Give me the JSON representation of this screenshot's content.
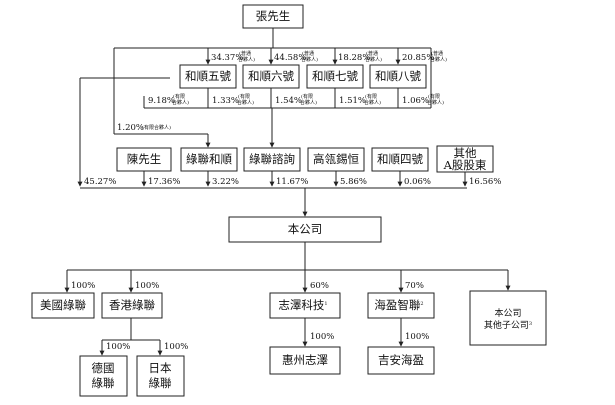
{
  "nodes": {
    "chairman": "張先生",
    "he5": "和順五號",
    "he6": "和順六號",
    "he7": "和順七號",
    "he8": "和順八號",
    "chen": "陳先生",
    "lvlianhe": "綠聯和順",
    "lvlianzixun": "綠聯諮詢",
    "gaozhi": "高瓴錫恒",
    "he4": "和順四號",
    "others_l1": "其他",
    "others_l2": "A股股東",
    "company": "本公司",
    "us": "美國綠聯",
    "hk": "香港綠聯",
    "de_l1": "德國",
    "de_l2": "綠聯",
    "jp_l1": "日本",
    "jp_l2": "綠聯",
    "zhize": "志澤科技",
    "huizhou": "惠州志澤",
    "haiying": "海盈智聯",
    "jian": "吉安海盈",
    "other_subs_l1": "本公司",
    "other_subs_l2": "其他子公司"
  },
  "superscripts": {
    "zhize": "1",
    "haiying": "2",
    "other_subs": "3"
  },
  "percentages": {
    "gp_he5": "34.37%",
    "gp_he6": "44.58%",
    "gp_he7": "18.28%",
    "gp_he8": "20.85%",
    "chair_lvlianzixun": "9.18%",
    "he5_lvlianzixun": "1.33%",
    "he6_lvlianzixun": "1.54%",
    "he7_lvlianzixun": "1.51%",
    "he8_lvlianzixun": "1.06%",
    "chair_lvlianhe": "1.20%",
    "chair_company": "45.27%",
    "chen_company": "17.36%",
    "lvlianhe_company": "3.22%",
    "lvlianzixun_company": "11.67%",
    "gaozhi_company": "5.86%",
    "he4_company": "0.06%",
    "others_company": "16.56%",
    "company_us": "100%",
    "company_hk": "100%",
    "hk_de": "100%",
    "hk_jp": "100%",
    "company_zhize": "60%",
    "zhize_huizhou": "100%",
    "company_haiying": "70%",
    "haiying_jian": "100%"
  },
  "notes": {
    "gp_l1": "(普通",
    "gp_l2": "合夥人)",
    "lp_l1": "(有限",
    "lp_l2": "合夥人)",
    "lp_inline": "(有限合夥人)"
  }
}
